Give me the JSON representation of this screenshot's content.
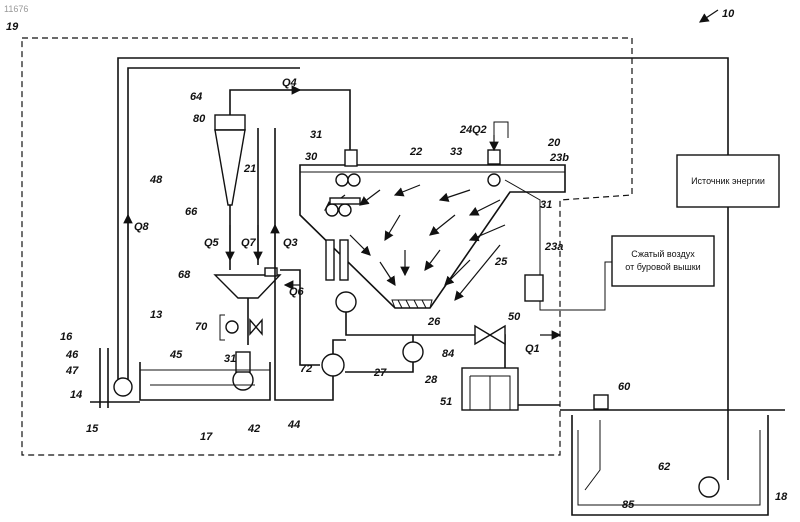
{
  "page": {
    "corner_number": "11676"
  },
  "boxes": {
    "energy_source": "Источник энергии",
    "compressed_air_line1": "Сжатый воздух",
    "compressed_air_line2": "от буровой вышки"
  },
  "labels": {
    "n10": "10",
    "n13": "13",
    "n14": "14",
    "n15": "15",
    "n16": "16",
    "n17": "17",
    "n18": "18",
    "n19": "19",
    "n20": "20",
    "n21": "21",
    "n22": "22",
    "n23a": "23a",
    "n23b": "23b",
    "n24": "24",
    "n25": "25",
    "n26": "26",
    "n27": "27",
    "n28": "28",
    "n30": "30",
    "n31_a": "31",
    "n31_b": "31",
    "n31_c": "31",
    "n33": "33",
    "n42": "42",
    "n44": "44",
    "n45": "45",
    "n46": "46",
    "n47": "47",
    "n48": "48",
    "n50": "50",
    "n51": "51",
    "n60": "60",
    "n62": "62",
    "n64": "64",
    "n66": "66",
    "n68": "68",
    "n70": "70",
    "n72": "72",
    "n80": "80",
    "n84": "84",
    "n85": "85"
  },
  "flows": {
    "Q1": "Q1",
    "Q2": "Q2",
    "Q3": "Q3",
    "Q4": "Q4",
    "Q5": "Q5",
    "Q6": "Q6",
    "Q7": "Q7",
    "Q8": "Q8"
  }
}
